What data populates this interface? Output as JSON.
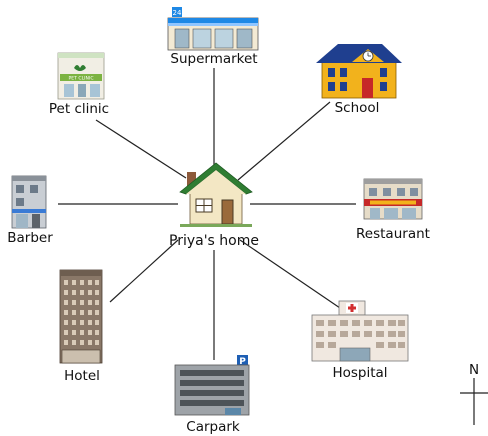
{
  "center": {
    "label": "Priya's home"
  },
  "places": [
    {
      "id": "supermarket",
      "label": "Supermarket",
      "sign": "24"
    },
    {
      "id": "school",
      "label": "School"
    },
    {
      "id": "restaurant",
      "label": "Restaurant"
    },
    {
      "id": "hospital",
      "label": "Hospital"
    },
    {
      "id": "carpark",
      "label": "Carpark",
      "sign": "P"
    },
    {
      "id": "hotel",
      "label": "Hotel"
    },
    {
      "id": "barber",
      "label": "Barber"
    },
    {
      "id": "pet-clinic",
      "label": "Pet clinic",
      "sign": "PET CLINIC"
    }
  ],
  "compass": {
    "north_label": "N"
  },
  "colors": {
    "line": "#222222",
    "roof_green": "#2f7d32",
    "school_roof": "#1f3f8f",
    "school_wall": "#f2b21c",
    "hospital_cross": "#d32f2f",
    "supermarket_stripe": "#1e88e5"
  }
}
